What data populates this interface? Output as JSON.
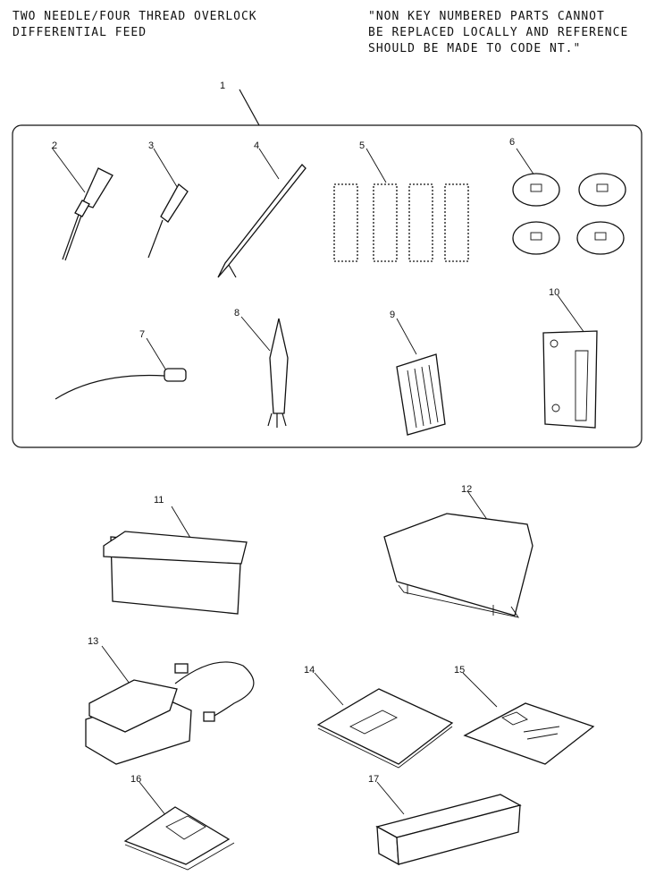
{
  "header": {
    "left_line1": "TWO NEEDLE/FOUR THREAD OVERLOCK",
    "left_line2": "DIFFERENTIAL FEED",
    "right_line1": "\"NON KEY NUMBERED PARTS CANNOT",
    "right_line2": "BE REPLACED LOCALLY AND REFERENCE",
    "right_line3": "SHOULD BE MADE TO CODE NT.\""
  },
  "callouts": {
    "c1": "1",
    "c2": "2",
    "c3": "3",
    "c4": "4",
    "c5": "5",
    "c6": "6",
    "c7": "7",
    "c8": "8",
    "c9": "9",
    "c10": "10",
    "c11": "11",
    "c12": "12",
    "c13": "13",
    "c14": "14",
    "c15": "15",
    "c16": "16",
    "c17": "17"
  }
}
